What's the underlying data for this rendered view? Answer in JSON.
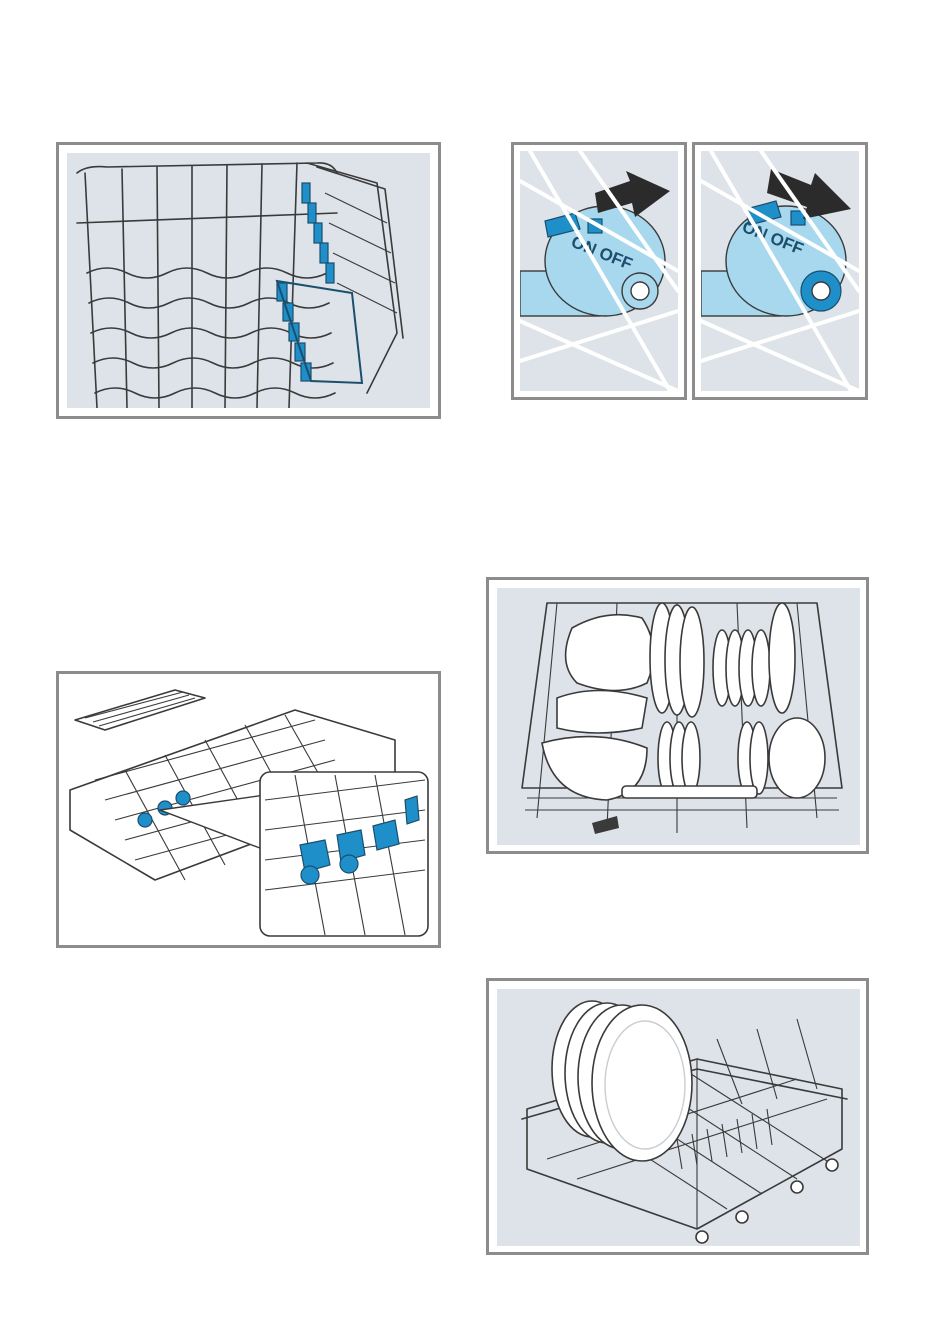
{
  "figures": [
    {
      "id": "fig-upper-rack-fold-tines",
      "icon": "rack-fold-down-tines-icon"
    },
    {
      "id": "fig-on-off-switch-on",
      "icon": "on-off-switch-on-icon",
      "label": "ON OFF"
    },
    {
      "id": "fig-on-off-switch-off",
      "icon": "on-off-switch-off-icon",
      "label": "ON OFF"
    },
    {
      "id": "fig-upper-rack-clips-detail",
      "icon": "rack-clips-detail-icon"
    },
    {
      "id": "fig-loaded-upper-rack",
      "icon": "loaded-rack-icon"
    },
    {
      "id": "fig-lower-rack-large-plates",
      "icon": "lower-rack-plates-icon"
    }
  ],
  "colors": {
    "panel_background": "#dde3e8",
    "frame_border": "#8c8c8c",
    "accent_blue": "#1f8fc9",
    "light_blue": "#a8d8ee",
    "line_art": "#3a3a3a"
  }
}
